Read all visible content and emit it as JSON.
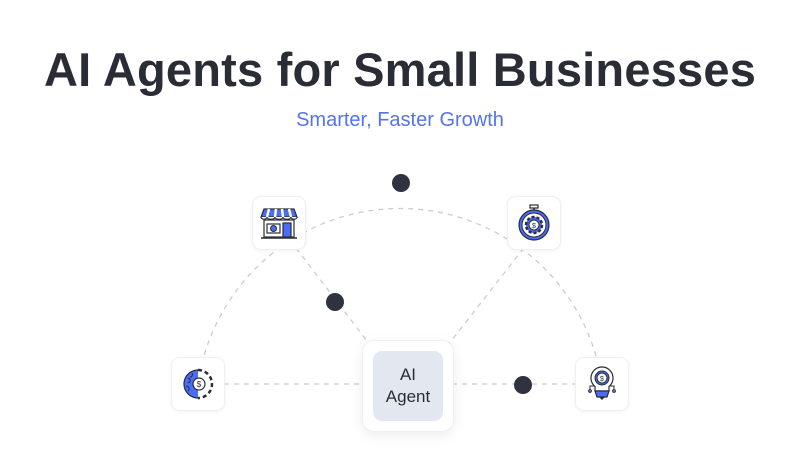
{
  "header": {
    "title": "AI Agents for Small Businesses",
    "subtitle": "Smarter, Faster Growth"
  },
  "center": {
    "line1": "AI",
    "line2": "Agent"
  },
  "nodes": [
    {
      "icon": "storefront-icon"
    },
    {
      "icon": "stopwatch-dollar-icon"
    },
    {
      "icon": "brain-gear-dollar-icon"
    },
    {
      "icon": "lightbulb-dollar-icon"
    }
  ],
  "colors": {
    "accent": "#4a6cf7",
    "text": "#2a2d36",
    "dot": "#2f3340",
    "line": "#c8ccd3"
  }
}
